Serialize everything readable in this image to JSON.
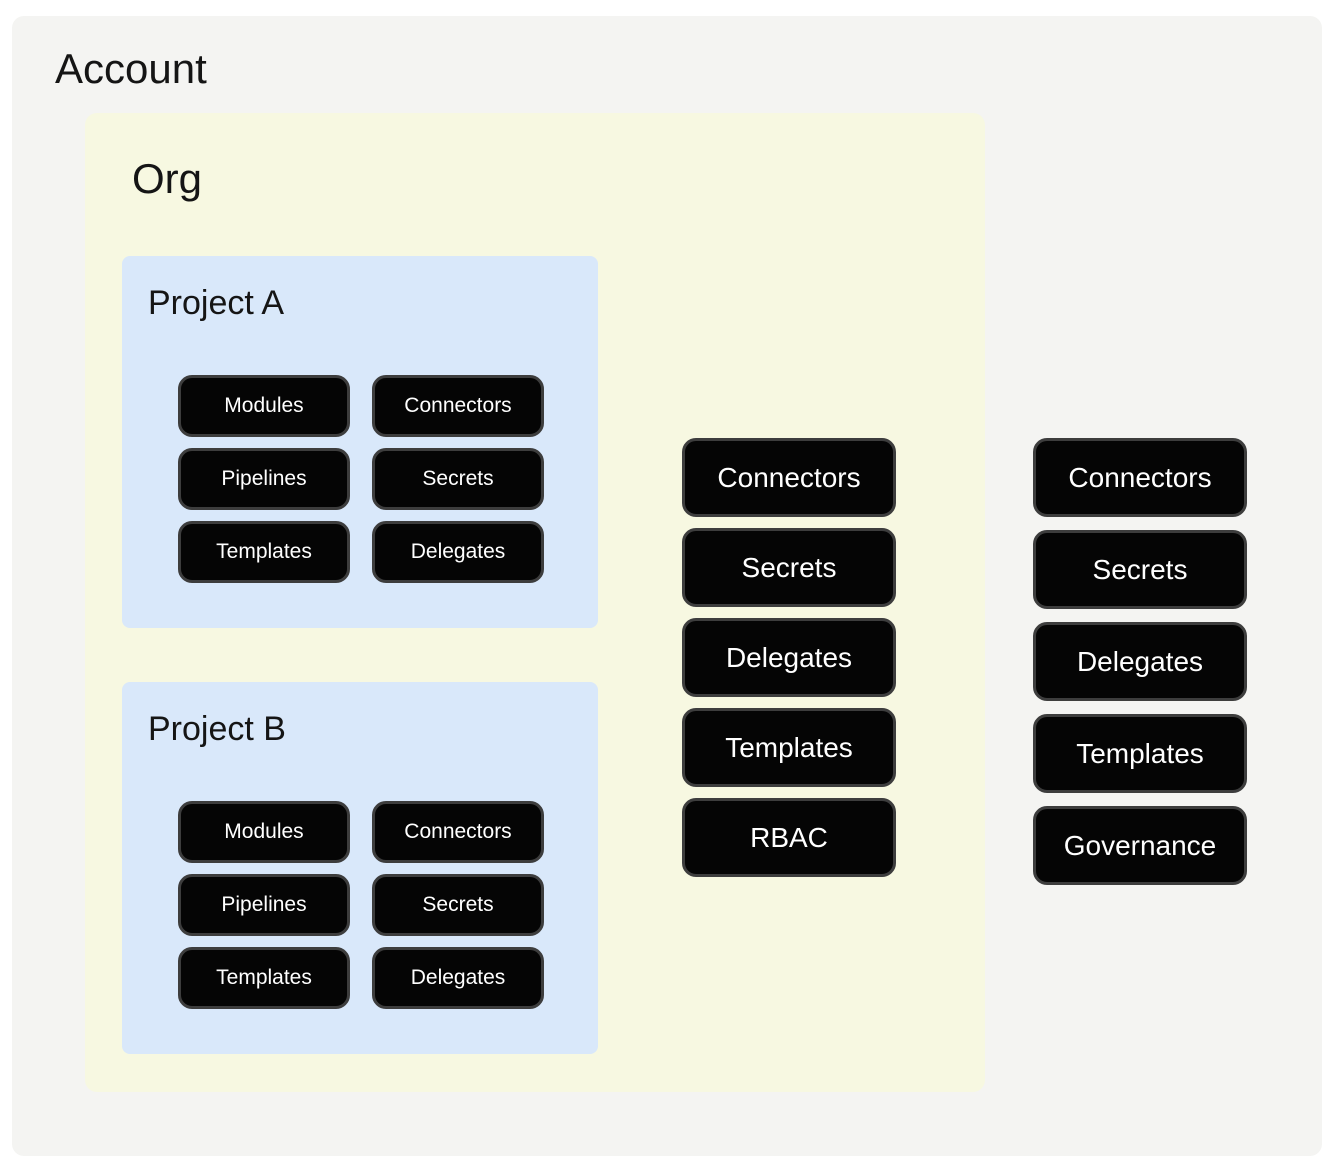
{
  "diagram": {
    "account": {
      "title": "Account",
      "items": [
        "Connectors",
        "Secrets",
        "Delegates",
        "Templates",
        "Governance"
      ]
    },
    "org": {
      "title": "Org",
      "items": [
        "Connectors",
        "Secrets",
        "Delegates",
        "Templates",
        "RBAC"
      ]
    },
    "projects": [
      {
        "title": "Project A",
        "items": [
          "Modules",
          "Connectors",
          "Pipelines",
          "Secrets",
          "Templates",
          "Delegates"
        ]
      },
      {
        "title": "Project B",
        "items": [
          "Modules",
          "Connectors",
          "Pipelines",
          "Secrets",
          "Templates",
          "Delegates"
        ]
      }
    ],
    "colors": {
      "account_bg": "#f4f4f2",
      "org_bg": "#f7f8e1",
      "project_bg": "#d9e8fa",
      "node_bg": "#050505",
      "node_border": "#3d3d3d",
      "node_text": "#ffffff",
      "title_text": "#151515"
    }
  }
}
